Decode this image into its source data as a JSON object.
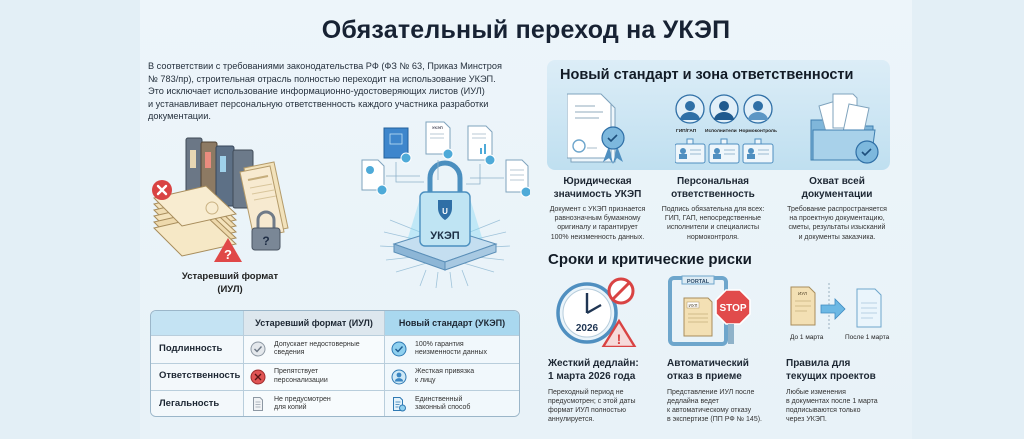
{
  "title": "Обязательный переход на УКЭП",
  "intro": {
    "lines": [
      "В соответствии с требованиями законодательства РФ (ФЗ № 63, Приказ Минстроя",
      "№ 783/пр), строительная отрасль полностью переходит на использование УКЭП.",
      "Это исключает использование информационно-удостоверяющих листов (ИУЛ)",
      "и устанавливает персональную ответственность каждого участника разработки",
      "документации."
    ]
  },
  "illustrations": {
    "old_format_caption": [
      "Устаревший формат",
      "(ИУЛ)"
    ],
    "chip_label": "УКЭП",
    "doc_tag": "УКЭП"
  },
  "comparison_table": {
    "headers": [
      "",
      "Устаревший формат (ИУЛ)",
      "Новый стандарт (УКЭП)"
    ],
    "rows": [
      {
        "criterion": "Подлинность",
        "old": {
          "icon": "gray-check-icon",
          "text": [
            "Допускает недостоверные",
            "сведения"
          ]
        },
        "new": {
          "icon": "blue-check-icon",
          "text": [
            "100% гарантия",
            "неизменности данных"
          ]
        }
      },
      {
        "criterion": "Ответственность",
        "old": {
          "icon": "red-cross-icon",
          "text": [
            "Препятствует",
            "персонализации"
          ]
        },
        "new": {
          "icon": "person-icon",
          "text": [
            "Жесткая привязка",
            "к лицу"
          ]
        }
      },
      {
        "criterion": "Легальность",
        "old": {
          "icon": "document-icon",
          "text": [
            "Не предусмотрен",
            "для копий"
          ]
        },
        "new": {
          "icon": "signed-document-icon",
          "text": [
            "Единственный",
            "законный способ"
          ]
        }
      }
    ]
  },
  "new_standard": {
    "title": "Новый стандарт и зона ответственности",
    "roles": [
      "ГИП/ГАП",
      "Исполнители",
      "Нормоконтроль"
    ],
    "columns": [
      {
        "heading": [
          "Юридическая",
          "значимость УКЭП"
        ],
        "text": [
          "Документ с УКЭП признается",
          "равнозначным бумажному",
          "оригиналу и гарантирует",
          "100% неизменность данных."
        ]
      },
      {
        "heading": [
          "Персональная",
          "ответственность"
        ],
        "text": [
          "Подпись обязательна для всех:",
          "ГИП, ГАП, непосредственные",
          "исполнители и специалисты",
          "нормоконтроля."
        ]
      },
      {
        "heading": [
          "Охват всей",
          "документации"
        ],
        "text": [
          "Требование распространяется",
          "на проектную документацию,",
          "сметы, результаты изысканий",
          "и документы заказчика."
        ]
      }
    ]
  },
  "risks": {
    "title": "Сроки и критические риски",
    "clock_year": "2026",
    "portal_label": "PORTAL",
    "stop_label": "STOP",
    "iul_tag": "ИУЛ",
    "before_label": "До 1 марта",
    "after_label": "После 1 марта",
    "columns": [
      {
        "heading": [
          "Жесткий дедлайн:",
          "1 марта 2026 года"
        ],
        "text": [
          "Переходный период не",
          "предусмотрен; с этой даты",
          "формат ИУЛ полностью",
          "аннулируется."
        ]
      },
      {
        "heading": [
          "Автоматический",
          "отказ в приеме"
        ],
        "text": [
          "Представление ИУЛ после",
          "дедлайна ведет",
          "к автоматическому отказу",
          "в экспертизе (ПП РФ № 145)."
        ]
      },
      {
        "heading": [
          "Правила для",
          "текущих проектов"
        ],
        "text": [
          "Любые изменения",
          "в документах после 1 марта",
          "подписываются только",
          "через УКЭП."
        ]
      }
    ]
  },
  "colors": {
    "background": "#e3eff6",
    "accent_blue": "#3a86c4",
    "panel_blue": "#bfdff0",
    "alert_red": "#d94343",
    "title_dark": "#172233"
  }
}
